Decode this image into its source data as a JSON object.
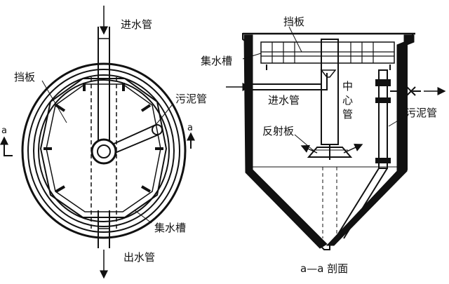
{
  "plan_view": {
    "inlet_pipe": "进水管",
    "baffle": "挡板",
    "sludge_pipe": "污泥管",
    "collection_trough": "集水槽",
    "outlet_pipe": "出水管",
    "section_mark_left": "a",
    "section_mark_right": "a"
  },
  "section_view": {
    "baffle": "挡板",
    "collection_trough": "集水槽",
    "inlet_pipe": "进水管",
    "center_pipe_chars": [
      "中",
      "心",
      "管"
    ],
    "sludge_pipe": "污泥管",
    "reflector_plate": "反射板",
    "caption": "a—a 剖面"
  }
}
